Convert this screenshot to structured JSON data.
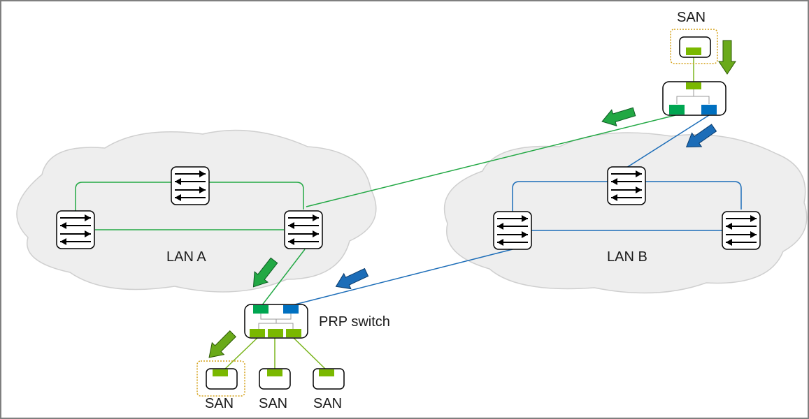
{
  "labels": {
    "lan_a": "LAN A",
    "lan_b": "LAN B",
    "prp_switch": "PRP switch",
    "san_top": "SAN",
    "san_bottom_1": "SAN",
    "san_bottom_2": "SAN",
    "san_bottom_3": "SAN"
  },
  "colors": {
    "lan_a_link": "#22a844",
    "lan_b_link": "#1c6db8",
    "san_link": "#7ab51d",
    "port_a": "#00a651",
    "port_b": "#0070c0",
    "port_san": "#7ab800",
    "arrow_green": "#22a844",
    "arrow_blue": "#1c6db8",
    "arrow_lime": "#6aaa1a",
    "cloud_fill": "#eeeeee",
    "cloud_stroke": "#cfcfcf",
    "highlight_box": "#d4a017",
    "frame": "#7f7f7f"
  }
}
